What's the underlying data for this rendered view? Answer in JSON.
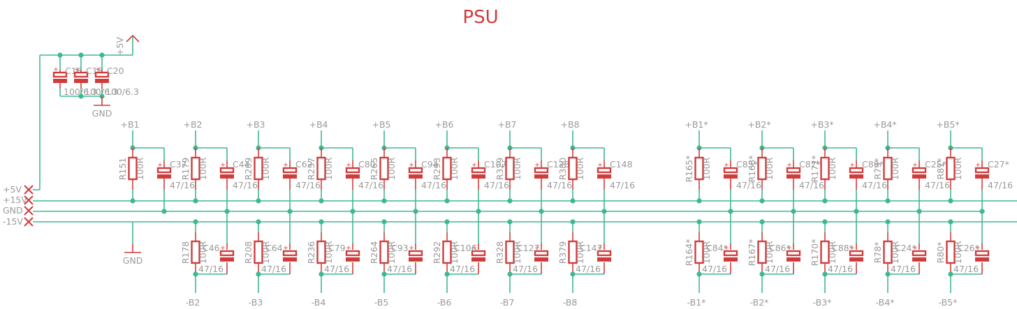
{
  "title": "PSU",
  "colors": {
    "wire": "#3fb890",
    "component": "#d03c3c",
    "label": "#9a9a9a"
  },
  "connectors": [
    {
      "label": "+5V",
      "icon": "not-connected-x-icon"
    },
    {
      "label": "+15V",
      "icon": "not-connected-x-icon"
    },
    {
      "label": "GND",
      "icon": "not-connected-x-icon"
    },
    {
      "label": "-15V",
      "icon": "not-connected-x-icon"
    }
  ],
  "supply_5v": {
    "net_label": "+5V",
    "ground_label": "GND",
    "capacitors": [
      {
        "name": "C16",
        "value": "100/6.3"
      },
      {
        "name": "C18",
        "value": "100/6.3"
      },
      {
        "name": "C20",
        "value": "100/6.3"
      }
    ]
  },
  "ground_symbol_label": "GND",
  "channels": [
    {
      "pos_net": "+B1",
      "pos_r": "R151",
      "pos_c": "C37",
      "neg_net": null,
      "neg_r": null,
      "neg_c": null
    },
    {
      "pos_net": "+B2",
      "pos_r": "R179",
      "pos_c": "C44",
      "neg_net": "-B2",
      "neg_r": "R178",
      "neg_c": "C46"
    },
    {
      "pos_net": "+B3",
      "pos_r": "R209",
      "pos_c": "C62",
      "neg_net": "-B3",
      "neg_r": "R208",
      "neg_c": "C64"
    },
    {
      "pos_net": "+B4",
      "pos_r": "R237",
      "pos_c": "C80",
      "neg_net": "-B4",
      "neg_r": "R236",
      "neg_c": "C79"
    },
    {
      "pos_net": "+B5",
      "pos_r": "R265",
      "pos_c": "C94",
      "neg_net": "-B5",
      "neg_r": "R264",
      "neg_c": "C93"
    },
    {
      "pos_net": "+B6",
      "pos_r": "R293",
      "pos_c": "C107",
      "neg_net": "-B6",
      "neg_r": "R292",
      "neg_c": "C106"
    },
    {
      "pos_net": "+B7",
      "pos_r": "R329",
      "pos_c": "C128",
      "neg_net": "-B7",
      "neg_r": "R328",
      "neg_c": "C127"
    },
    {
      "pos_net": "+B8",
      "pos_r": "R380",
      "pos_c": "C148",
      "neg_net": "-B8",
      "neg_r": "R379",
      "neg_c": "C147"
    },
    {
      "pos_net": "+B1*",
      "pos_r": "R165*",
      "pos_c": "C85*",
      "neg_net": "-B1*",
      "neg_r": "R164*",
      "neg_c": "C84*"
    },
    {
      "pos_net": "+B2*",
      "pos_r": "R168*",
      "pos_c": "C87*",
      "neg_net": "-B2*",
      "neg_r": "R167*",
      "neg_c": "C86*"
    },
    {
      "pos_net": "+B3*",
      "pos_r": "R171*",
      "pos_c": "C89*",
      "neg_net": "-B3*",
      "neg_r": "R170*",
      "neg_c": "C88*"
    },
    {
      "pos_net": "+B4*",
      "pos_r": "R79*",
      "pos_c": "C25*",
      "neg_net": "-B4*",
      "neg_r": "R78*",
      "neg_c": "C24*"
    },
    {
      "pos_net": "+B5*",
      "pos_r": "R81*",
      "pos_c": "C27*",
      "neg_net": "-B5*",
      "neg_r": "R80*",
      "neg_c": "C26*"
    }
  ],
  "resistor_value": "100R",
  "capacitor_value": "47/16"
}
